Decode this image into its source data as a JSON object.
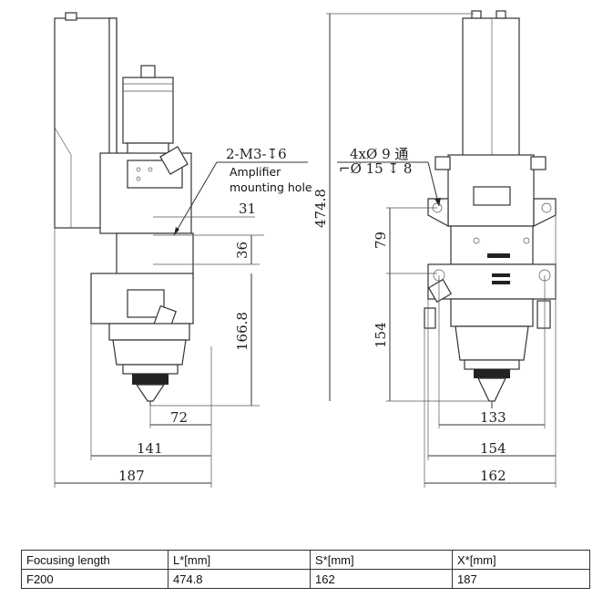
{
  "annotations": {
    "thread_spec": "2-M3-↧6",
    "amplifier_label_line1": "Amplifier",
    "amplifier_label_line2": "mounting hole",
    "hole_spec_line1": "4xØ 9 通",
    "hole_spec_line2": "⌐Ø 15 ↧ 8"
  },
  "dimensions": {
    "d31": "31",
    "d36": "36",
    "d166_8": "166.8",
    "d72": "72",
    "d141": "141",
    "d187": "187",
    "d474_8": "474.8",
    "d79": "79",
    "d154_v": "154",
    "d133": "133",
    "d154_h": "154",
    "d162": "162"
  },
  "table": {
    "headers": [
      "Focusing length",
      "L*[mm]",
      "S*[mm]",
      "X*[mm]"
    ],
    "rows": [
      [
        "F200",
        "474.8",
        "162",
        "187"
      ]
    ]
  }
}
